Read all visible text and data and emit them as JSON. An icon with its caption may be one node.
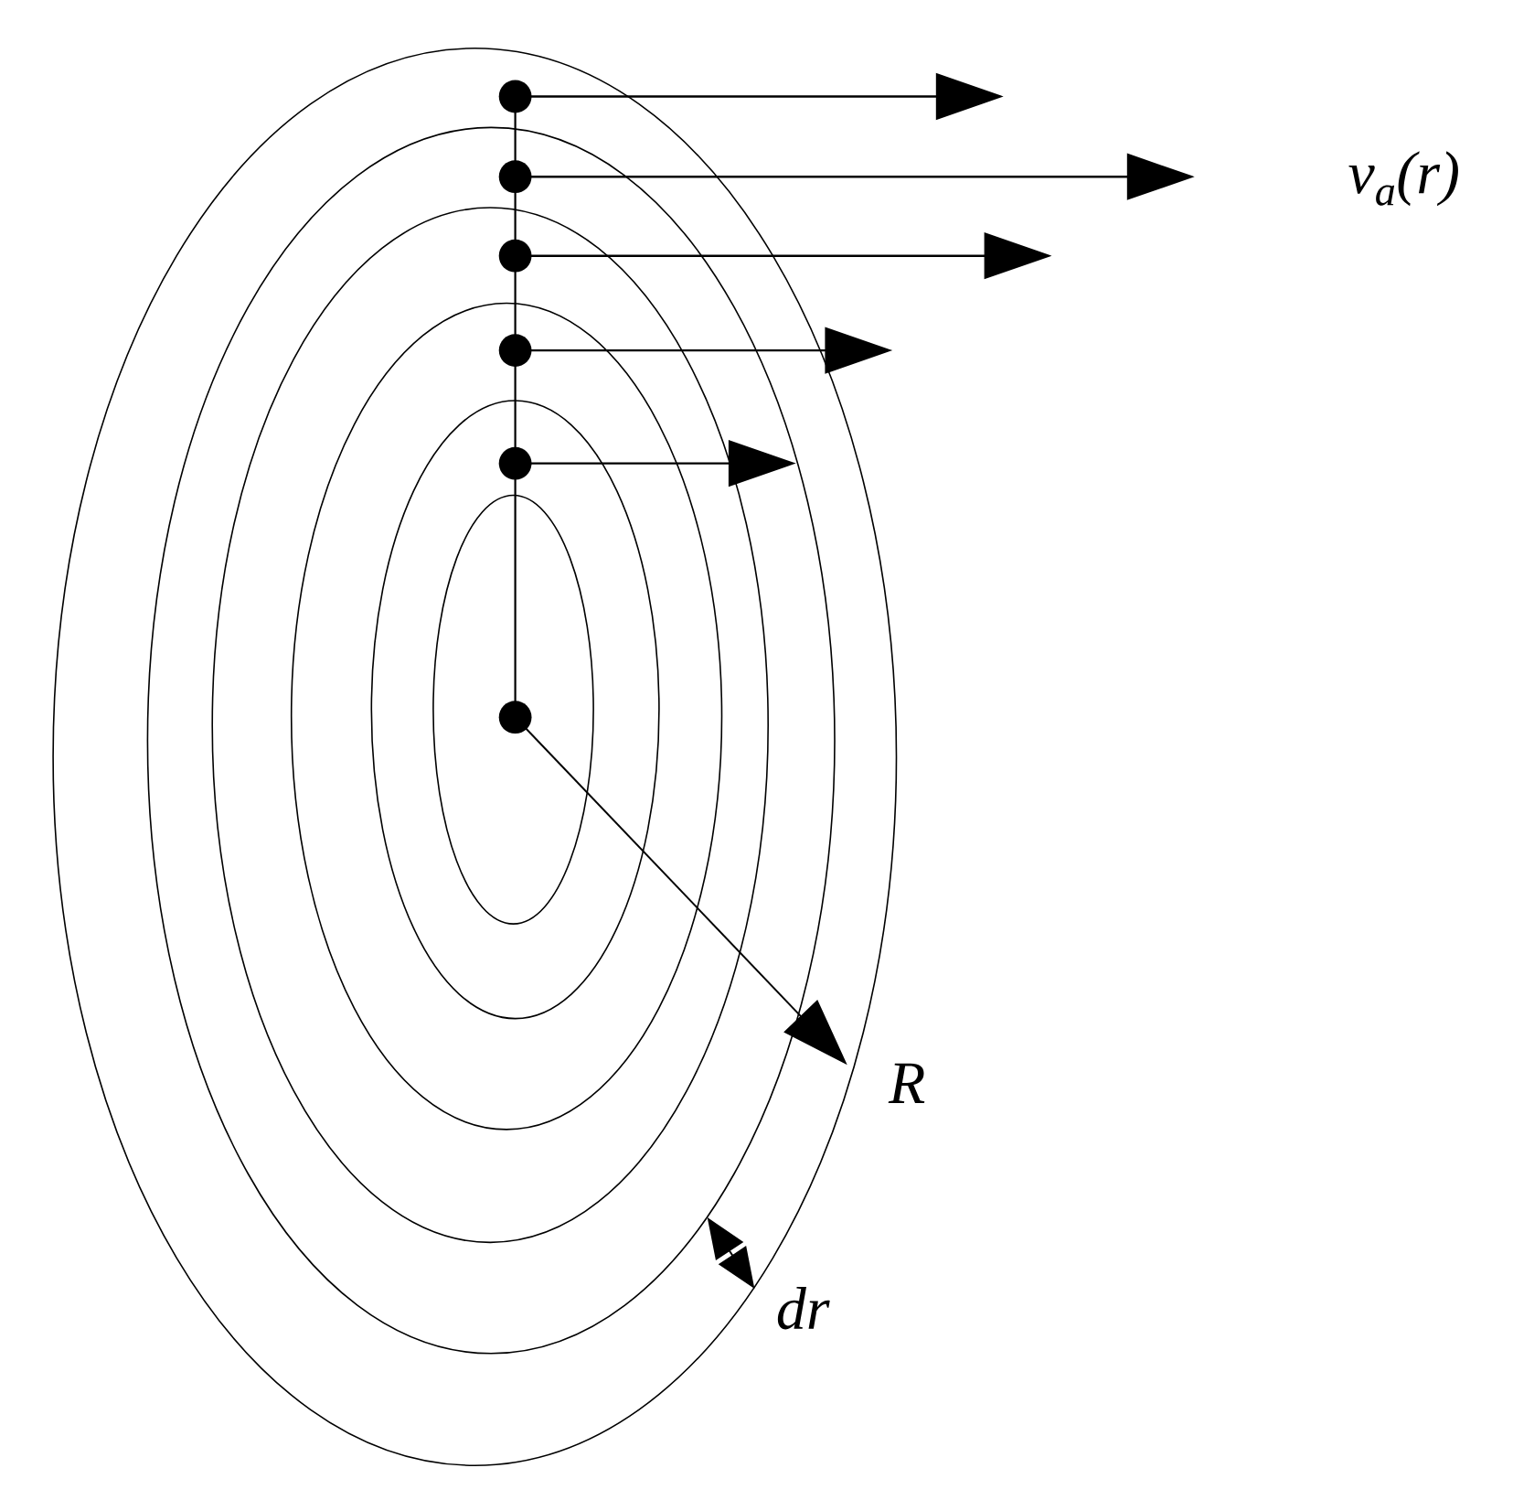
{
  "diagram": {
    "labels": [
      "v$_{a}$(r)",
      "R",
      "dr"
    ]
  }
}
